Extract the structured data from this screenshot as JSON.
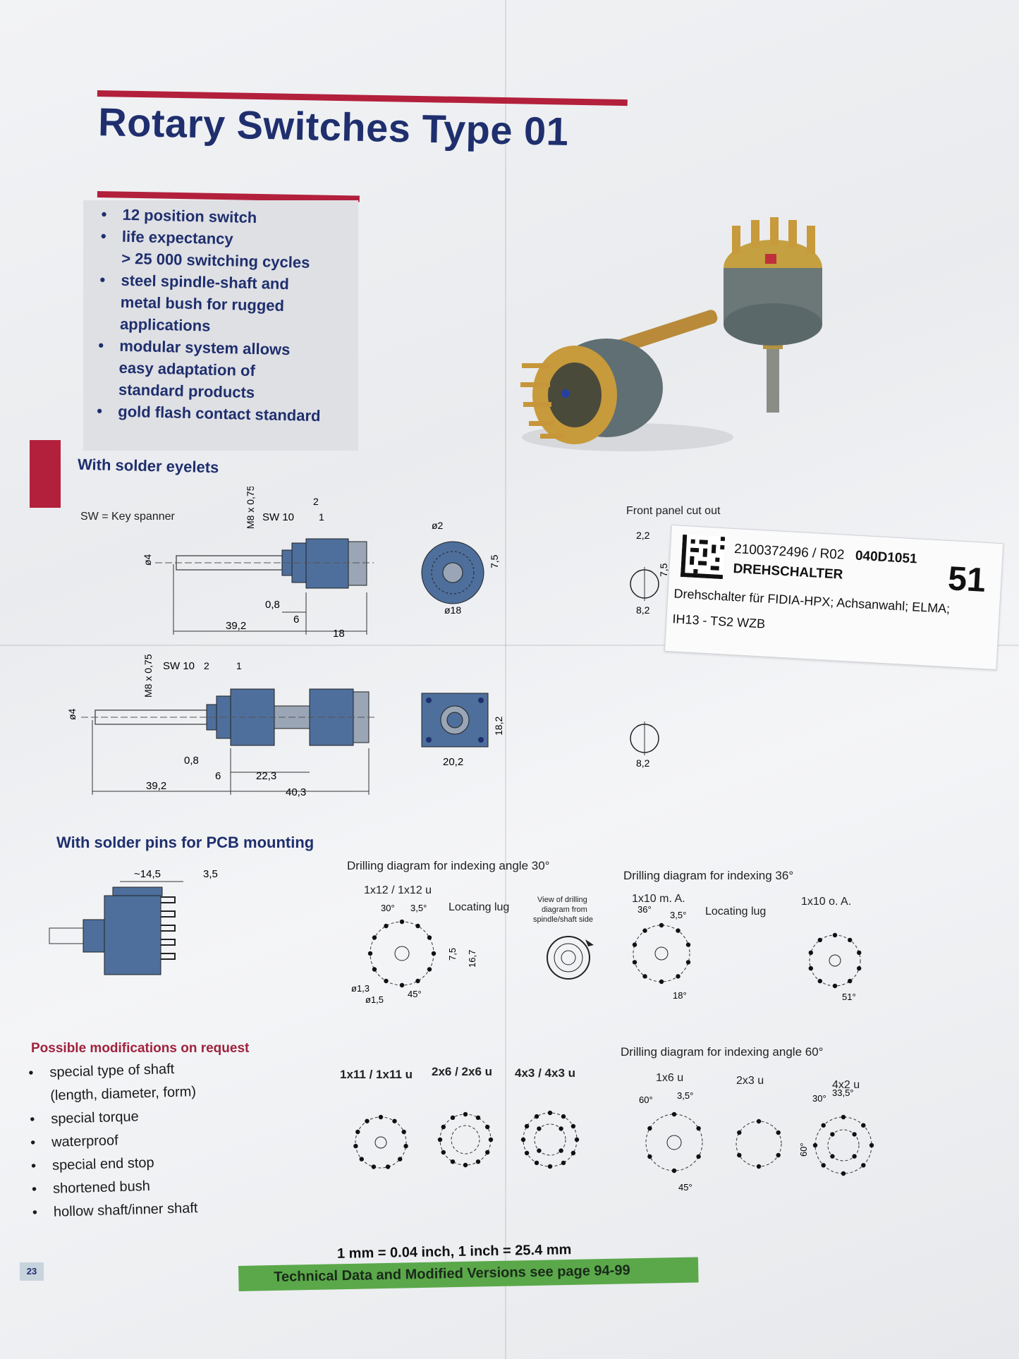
{
  "header": {
    "title": "Rotary Switches Type 01"
  },
  "features": [
    {
      "text": "12 position switch",
      "bullet": true
    },
    {
      "text": "life expectancy",
      "bullet": true
    },
    {
      "text": "> 25 000 switching cycles",
      "bullet": false
    },
    {
      "text": "steel spindle-shaft and",
      "bullet": true
    },
    {
      "text": "metal bush for rugged",
      "bullet": false
    },
    {
      "text": "applications",
      "bullet": false
    },
    {
      "text": "modular system allows",
      "bullet": true
    },
    {
      "text": "easy adaptation of",
      "bullet": false
    },
    {
      "text": "standard products",
      "bullet": false
    },
    {
      "text": "gold flash contact standard",
      "bullet": true
    }
  ],
  "section_eyelets": {
    "title": "With solder eyelets",
    "key_note": "SW = Key spanner",
    "front_panel": "Front panel cut out",
    "dims_top": {
      "m8": "M8 x 0,75",
      "sw": "SW 10",
      "two": "2",
      "one": "1",
      "d4": "ø4",
      "o8": "0,8",
      "six": "6",
      "len": "39,2",
      "eighteen": "18",
      "d2": "ø2",
      "d18": "ø18",
      "p75": "7,5",
      "c22": "2,2",
      "c75": "7,5",
      "c82": "8,2"
    },
    "dims_bottom": {
      "m8": "M8 x 0,75",
      "sw": "SW 10",
      "two": "2",
      "one": "1",
      "d4": "ø4",
      "o8": "0,8",
      "six": "6",
      "l223": "22,3",
      "len": "39,2",
      "l403": "40,3",
      "w202": "20,2",
      "h182": "18,2",
      "c82": "8,2"
    }
  },
  "section_pcb": {
    "title": "With solder pins for PCB mounting",
    "dims": {
      "w145": "~14,5",
      "w35": "3,5"
    }
  },
  "drilling": {
    "d30_title": "Drilling diagram for indexing angle 30°",
    "d30_variant": "1x12 / 1x12 u",
    "d30_lug": "Locating lug",
    "d30_labels": {
      "a30": "30°",
      "a35": "3,5°",
      "a45": "45°",
      "d13": "ø1,3",
      "d15": "ø1,5",
      "v75": "7,5",
      "v167": "16,7"
    },
    "view_note_1": "View of drilling",
    "view_note_2": "diagram from",
    "view_note_3": "spindle/shaft side",
    "d36_title": "Drilling diagram for indexing 36°",
    "d36_v1": "1x10 m. A.",
    "d36_v2": "1x10 o. A.",
    "d36_lug": "Locating lug",
    "d36_labels": {
      "a36": "36°",
      "a35": "3,5°",
      "a18": "18°",
      "a51": "51°"
    },
    "d60_title": "Drilling diagram for indexing angle 60°",
    "d60_v1": "1x6 u",
    "d60_v2": "2x3 u",
    "d60_v3": "4x2 u",
    "d60_labels": {
      "a60": "60°",
      "a35": "3,5°",
      "a45": "45°",
      "a30": "30°",
      "a335": "33,5°",
      "a60v": "60°"
    },
    "extra_v1": "1x11 / 1x11 u",
    "extra_v2": "2x6 / 2x6 u",
    "extra_v3": "4x3 / 4x3 u"
  },
  "modifications": {
    "title": "Possible modifications on request",
    "items": [
      {
        "text": "special type of shaft",
        "bullet": true
      },
      {
        "text": "(length, diameter, form)",
        "bullet": false
      },
      {
        "text": "special torque",
        "bullet": true
      },
      {
        "text": "waterproof",
        "bullet": true
      },
      {
        "text": "special end stop",
        "bullet": true
      },
      {
        "text": "shortened bush",
        "bullet": true
      },
      {
        "text": "hollow shaft/inner shaft",
        "bullet": true
      }
    ]
  },
  "sticker": {
    "number": "2100372496 / R02",
    "code": "040D1051",
    "name": "DREHSCHALTER",
    "big": "51",
    "desc": "Drehschalter für FIDIA-HPX; Achsanwahl; ELMA;",
    "desc2": "IH13 - TS2 WZB"
  },
  "footer": {
    "conversion": "1 mm = 0.04 inch, 1 inch = 25.4 mm",
    "technical": "Technical Data and Modified Versions see page 94-99",
    "page": "23"
  },
  "colors": {
    "navy": "#1f2f6e",
    "red": "#b3203c",
    "green": "#5aa84a",
    "drawing_blue": "#4e6f9c"
  }
}
